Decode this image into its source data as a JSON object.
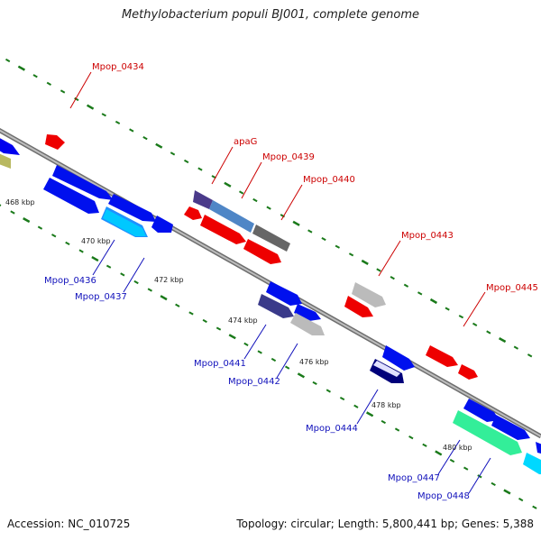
{
  "title": "Methylobacterium populi BJ001, complete genome",
  "footer": {
    "accession": "Accession: NC_010725",
    "summary": "Topology: circular; Length: 5,800,441 bp; Genes: 5,388"
  },
  "colors": {
    "backbone": "#8a8a8a",
    "tick": "#1a7a1a",
    "label_forward": "#cc0000",
    "label_reverse": "#1010bb"
  },
  "scale_labels": [
    "468 kbp",
    "470 kbp",
    "472 kbp",
    "474 kbp",
    "476 kbp",
    "478 kbp",
    "480 kbp"
  ],
  "gene_labels_forward": [
    "Mpop_0434",
    "apaG",
    "Mpop_0439",
    "Mpop_0440",
    "Mpop_0443",
    "Mpop_0445"
  ],
  "gene_labels_reverse": [
    "Mpop_0436",
    "Mpop_0437",
    "Mpop_0441",
    "Mpop_0442",
    "Mpop_0444",
    "Mpop_0447",
    "Mpop_0448"
  ]
}
